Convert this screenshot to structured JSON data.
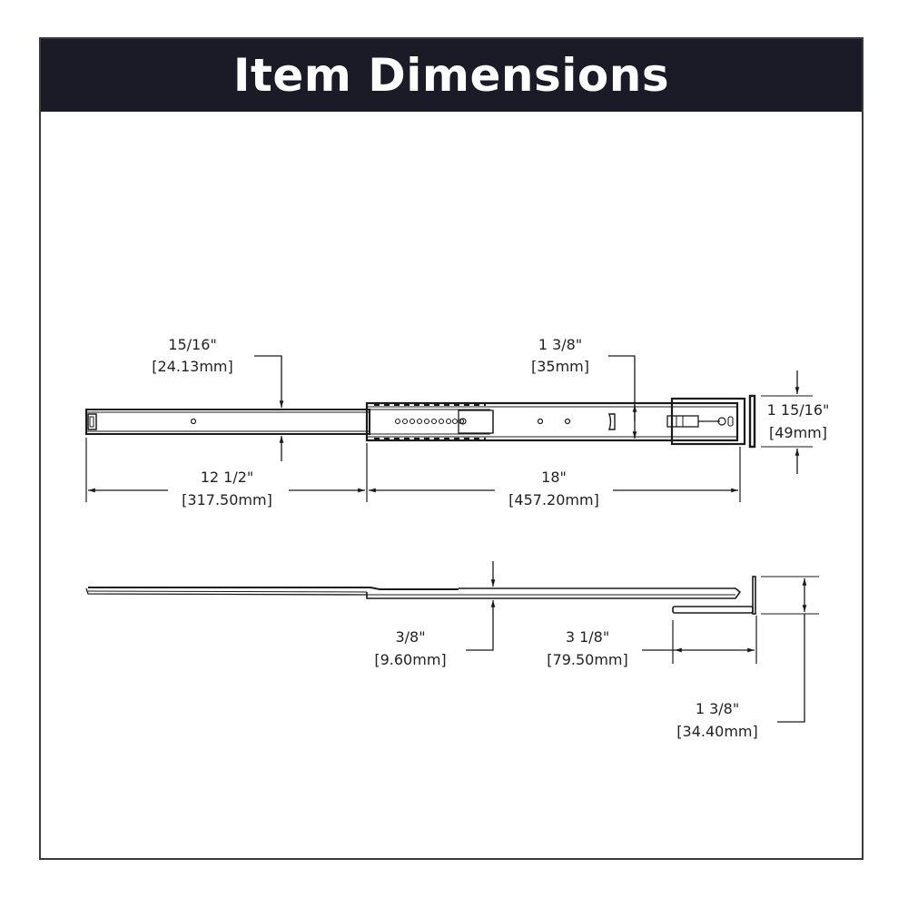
{
  "header": {
    "title": "Item Dimensions",
    "background_color": "#1b1a27",
    "text_color": "#ffffff"
  },
  "top_view": {
    "rail_height": {
      "imperial": "15/16\"",
      "metric": "[24.13mm]"
    },
    "slide_height": {
      "imperial": "1 3/8\"",
      "metric": "[35mm]"
    },
    "bracket_height": {
      "imperial": "1 15/16\"",
      "metric": "[49mm]"
    },
    "closed_length_section": {
      "imperial": "12 1/2\"",
      "metric": "[317.50mm]"
    },
    "total_length": {
      "imperial": "18\"",
      "metric": "[457.20mm]"
    }
  },
  "side_view": {
    "thickness": {
      "imperial": "3/8\"",
      "metric": "[9.60mm]"
    },
    "bracket_depth": {
      "imperial": "3 1/8\"",
      "metric": "[79.50mm]"
    },
    "bracket_height": {
      "imperial": "1 3/8\"",
      "metric": "[34.40mm]"
    }
  }
}
